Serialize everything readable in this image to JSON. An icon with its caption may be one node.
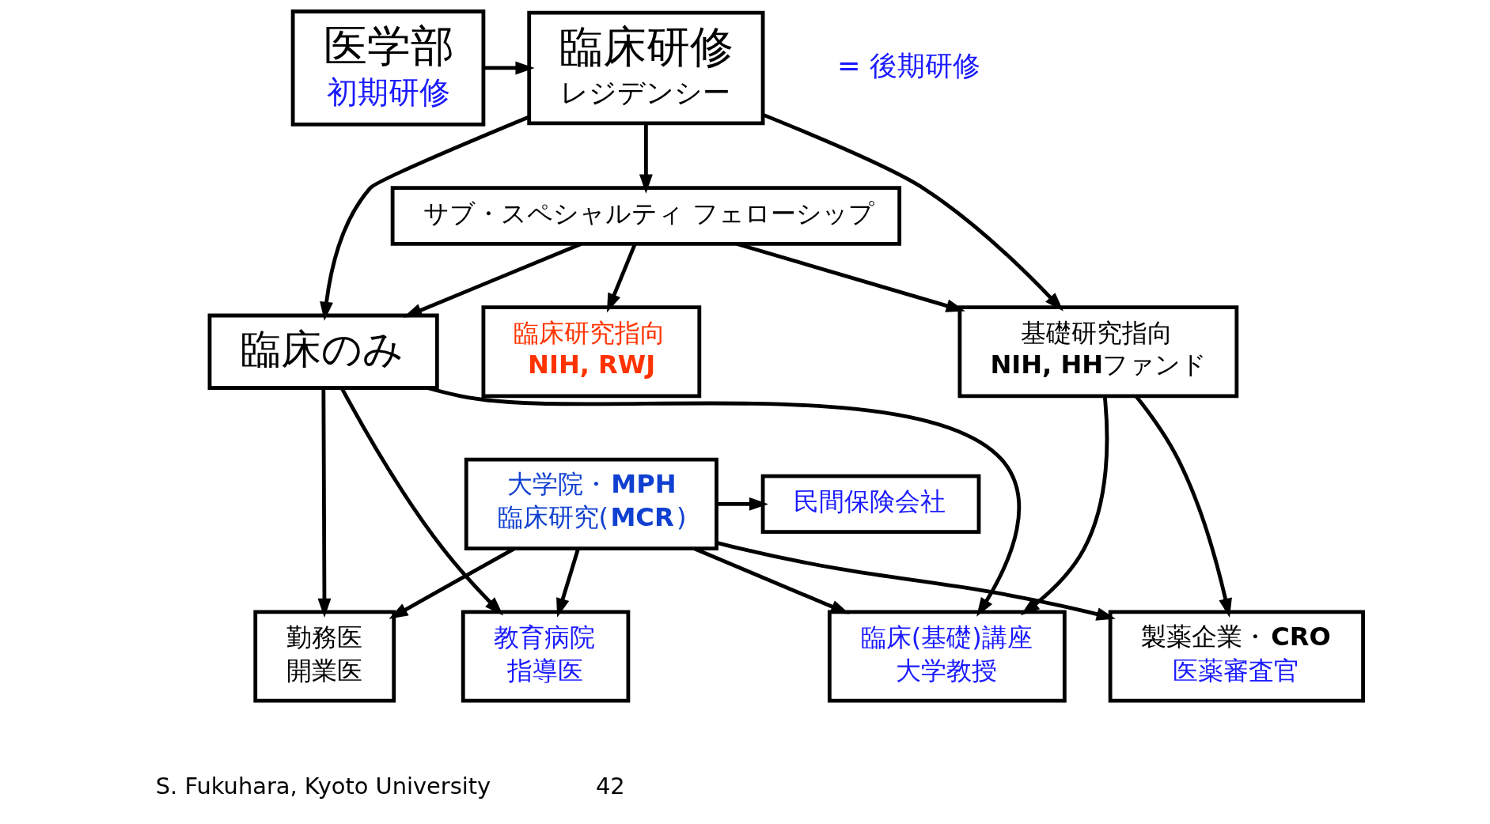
{
  "diagram": {
    "nodes": [
      {
        "text": [
          "医学部",
          "初期研修"
        ]
      },
      {
        "text": [
          "臨床研修",
          "レジデンシー"
        ],
        "beside": [
          "= 後期研修"
        ]
      },
      {
        "text": [
          "サブ・スペシャルティ フェローシップ"
        ]
      },
      {
        "text": [
          "臨床のみ"
        ]
      },
      {
        "text": [
          "臨床研究指向",
          "**NIH, RWJ**"
        ]
      },
      {
        "text": [
          "大学院・**MPH**",
          "臨床研究(**MCR**)"
        ]
      },
      {
        "text": [
          "基礎研究指向",
          "**NIH, HH**ファンド"
        ]
      },
      {
        "text": [
          "民間保険会社"
        ]
      },
      {
        "text": [
          "勤務医",
          "開業医"
        ]
      },
      {
        "text": [
          "教育病院",
          "指導医"
        ]
      },
      {
        "text": [
          "臨床(基礎)講座",
          "大学教授"
        ]
      },
      {
        "text": [
          "製薬企業・**CRO**",
          "医薬審査官"
        ]
      }
    ],
    "edges": [
      {
        "from": 0,
        "to": 1,
        "arrow": "to"
      },
      {
        "from": 1,
        "to": 3,
        "arrow": "to"
      },
      {
        "from": 1,
        "to": 2,
        "arrow": "to"
      },
      {
        "from": 1,
        "to": 6,
        "arrow": "to"
      },
      {
        "from": 2,
        "to": 3,
        "arrow": "to"
      },
      {
        "from": 2,
        "to": 4,
        "arrow": "to"
      },
      {
        "from": 2,
        "to": 6,
        "arrow": "to"
      },
      {
        "from": 3,
        "to": 8,
        "arrow": "to"
      },
      {
        "from": 3,
        "to": 9,
        "arrow": "to"
      },
      {
        "from": 3,
        "to": 10,
        "arrow": "to"
      },
      {
        "from": 5,
        "to": 7,
        "arrow": "to"
      },
      {
        "from": 5,
        "to": 8,
        "arrow": "to"
      },
      {
        "from": 5,
        "to": 9,
        "arrow": "to"
      },
      {
        "from": 5,
        "to": 10,
        "arrow": "to"
      },
      {
        "from": 5,
        "to": 11,
        "arrow": "to"
      },
      {
        "from": 6,
        "to": 10,
        "arrow": "to"
      },
      {
        "from": 6,
        "to": 11,
        "arrow": "to"
      }
    ],
    "labels": [
      "S. Fukuhara, Kyoto University",
      "42"
    ]
  }
}
